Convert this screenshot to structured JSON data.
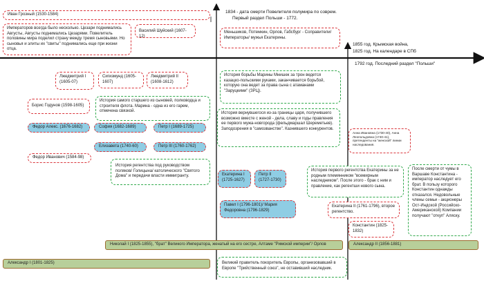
{
  "top_right": {
    "line1": "1834 - дата смерти Повелителя полумира по соврем.",
    "line2": "Первый раздел Польши - 1772."
  },
  "axis_notes": {
    "crimean": "1855 год. Крымская война,",
    "calendar": "1825 год. На календаре в СПб",
    "poland": "1792 год.  Последний раздел \"Польши\""
  },
  "boxes": {
    "ivan": "Иван Грозный (1530-1584)",
    "emperors": "Императоров всегда было несколько. Цезари поднимались Августы, Августы поднимались  Цезарями. Повелитель половины мира поделил страну между тремя сыновьями. Но сыновья и элиты их \"свиты\" поднимались еще при жизни отца.",
    "shuisky": "Василий Шуйский (1607-12)",
    "menshikov": "Меньшиков, Потемкин, Орлов, Габсбург - Соправители/ Императоры/ мужья Екатерины.",
    "dmitry1": "Лжедмитрий I (1605-07)",
    "sigismund": "Сигизмунд (1605-1607)",
    "dmitry2": "Лжедмитрий II (1608-1612)",
    "mniszech": "История борьбы Марины Мнишек за трон ведется казацко-польскими руками, заканчивается борьбой, которую она ведет за права сына с атаманами \"Заруцкими\" (ЗРЦ).",
    "godunov": "Борис Годунов (1598-1605)",
    "eldest": "История самого старшего из сыновей, полководца и строителя флота. Марина - одна из его гарем, отмечена связкой.",
    "returned": "История вернувшегося из-за границы царя, получившего возможно вместе с женой - дела, славу и годы правления ее первого мужа-новгорода (фельдмаршал Шереметьев). Заподозрения в \"самозванстве\". Казнившего конкурентов.",
    "fedor_a": "Федор Алекс. (1676-1682)",
    "sofia": "София (1682-1689)",
    "peter1": "Петр I (1689-1725)",
    "elizabeth": "Елизавета (1740-60)",
    "peter3": "Петр III (1760-1762)",
    "anna": "Анна Ивановна (1730-40), Анна Леопольдовна (1740-41), претенденты на \"женской\" линии наследования.",
    "fedor_i": "Федор Иванович (1584-98)",
    "regency": "История регентства под руководством поляков/ Голицына/ католического \"Святого Дома\" и передачи власти иммигранту.",
    "catherine1": "Екатерина I (1725-1627)",
    "peter2": "Петр II (1727-1730)",
    "cath_regency": "История первого регентства Екатерины за не родным племянником \"всемирным наследником\". После этого - брак с ним и правление, как регентши нового сына.",
    "plague": "После смерти от чумы в Варшаве Константина - император наследует его брат. В пользу которого Константин однажды отказался. Недовольные члены семьи - акционеры Ост-Индской (Российско-Американской) Компании получают \"откуп\" Аляску.",
    "paul": "Павел I (1796-1801)/ Мария Федоровна (1796-1829)",
    "catherine2": "Екатерина II (1761-1796), второе регентство.",
    "konstantin": "Константин (1825-1832)",
    "nicholas": "Николай I (1825-1855), \"брат\" Великого Императора, женатый на его сестре, Алтаме \"Римской империи\"/ Орлов",
    "alexander2": "Александр II (1856-1881)",
    "alexander1": "Александр I (1801-1825)",
    "ruler": "Великий правитель покоритель Европы, организовавший в Европе \"Трийственный союз\", не оставивший наследник."
  }
}
